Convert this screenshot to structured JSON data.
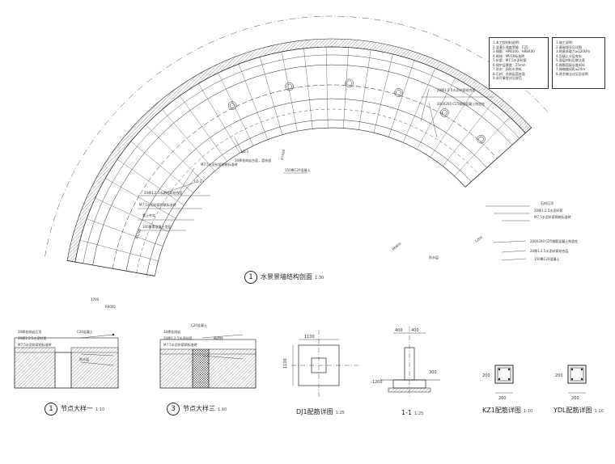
{
  "main_title": {
    "num": "1",
    "text": "水景景墙结构剖面",
    "scale": "1:30"
  },
  "detail1": {
    "num": "1",
    "text": "节点大样一",
    "scale": "1:10"
  },
  "detail3": {
    "num": "3",
    "text": "节点大样三",
    "scale": "1:10"
  },
  "dj1": {
    "text": "DJ1配筋详图",
    "scale": "1:25"
  },
  "section11": {
    "text": "1-1",
    "scale": "1:25"
  },
  "kz1": {
    "text": "KZ1配筋详图",
    "scale": "1:10"
  },
  "ydl": {
    "text": "YDL配筋详图",
    "scale": "1:10"
  },
  "plan_labels": {
    "a": "30厚花岗岩台面，荔枝面",
    "b": "20厚1:2.5水泥砂浆结合层",
    "c": "100厚素混凝土垫层",
    "d": "素土夯实",
    "e": "150厚C20混凝土",
    "f": "M7.5水泥砂浆砌筑标准砖",
    "g": "200X200 C25钢筋混凝土构造柱",
    "h": "20厚1:2.5水泥砂浆",
    "i": "防水层",
    "j": "石材压顶",
    "k": "LD-1",
    "l": "LD-2",
    "m": "R7500",
    "n": "R6850",
    "o": "R5200",
    "p": "1700",
    "q": "1200",
    "r": "R9000"
  },
  "notes_left": [
    "1.本工程材料说明：",
    "2.混凝土强度等级：C25",
    "3.钢筋：HPB300、HRB400",
    "4.砌体：MU10标准砖",
    "5.砂浆：M7.5水泥砂浆",
    "6.保护层厚度：25mm",
    "7.防水：JS防水涂料",
    "8.石材：花岗岩荔枝面",
    "9.未尽事宜详见规范"
  ],
  "notes_right": [
    "1.施工说明：",
    "2.基础埋深见详图",
    "3.地基承载力≥120kPa",
    "4.回填土分层夯实",
    "5.面层材料见做法表",
    "6.钢筋搭接长度40d",
    "7.伸缩缝间距≤20m",
    "8.其余做法详见总说明"
  ],
  "detail_labels": {
    "d1a": "30厚花岗岩压顶",
    "d1b": "20厚1:2.5水泥砂浆",
    "d1c": "M7.5水泥砂浆砌标准砖",
    "d1d": "C20混凝土",
    "d1e": "防水层",
    "d3a": "C20混凝土",
    "d3b": "30厚花岗岩",
    "d3c": "20厚1:2.5水泥砂浆",
    "d3d": "M7.5水泥砂浆砌标准砖",
    "d3e": "构造柱"
  },
  "dims": {
    "dj_w1": "1100",
    "dj_w2": "1100",
    "s_w1": "400",
    "s_w2": "400",
    "s_h": "-1200",
    "s_t": "300",
    "kz_w": "200",
    "kz_h": "200",
    "ydl_w": "200",
    "ydl_h": "200"
  },
  "colors": {
    "line": "#222222",
    "hatch": "#555555",
    "paper": "#ffffff"
  }
}
